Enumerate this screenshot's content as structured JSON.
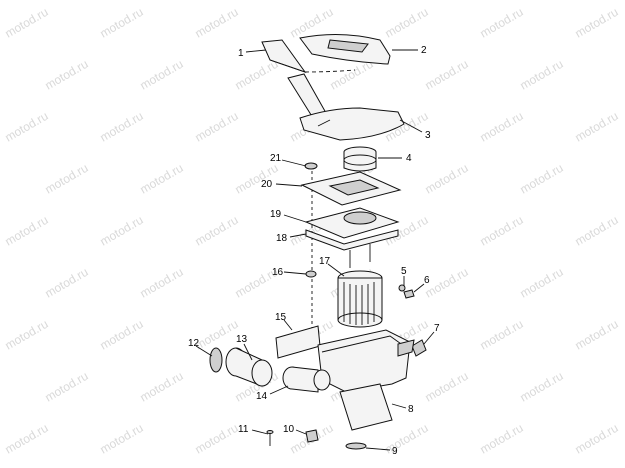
{
  "diagram": {
    "watermark": "motod.ru",
    "callouts": [
      {
        "id": "1",
        "text": "1"
      },
      {
        "id": "2",
        "text": "2"
      },
      {
        "id": "3",
        "text": "3"
      },
      {
        "id": "4",
        "text": "4"
      },
      {
        "id": "5",
        "text": "5"
      },
      {
        "id": "6",
        "text": "6"
      },
      {
        "id": "7",
        "text": "7"
      },
      {
        "id": "8",
        "text": "8"
      },
      {
        "id": "9",
        "text": "9"
      },
      {
        "id": "10",
        "text": "10"
      },
      {
        "id": "11",
        "text": "11"
      },
      {
        "id": "12",
        "text": "12"
      },
      {
        "id": "13",
        "text": "13"
      },
      {
        "id": "14",
        "text": "14"
      },
      {
        "id": "15",
        "text": "15"
      },
      {
        "id": "16",
        "text": "16"
      },
      {
        "id": "17",
        "text": "17"
      },
      {
        "id": "18",
        "text": "18"
      },
      {
        "id": "19",
        "text": "19"
      },
      {
        "id": "20",
        "text": "20"
      },
      {
        "id": "21",
        "text": "21"
      }
    ]
  }
}
